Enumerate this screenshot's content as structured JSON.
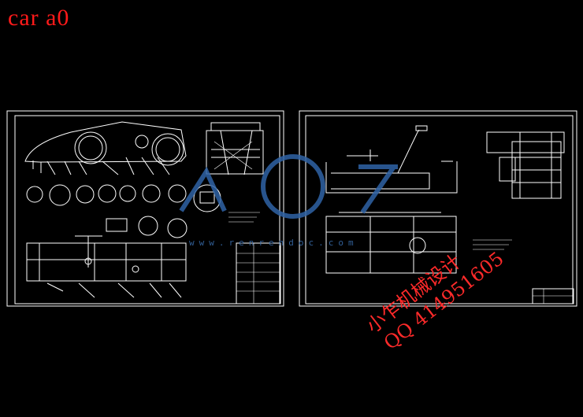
{
  "title": "car a0",
  "watermark": {
    "url": "www.renrendoc.com",
    "line1": "小乍机械设计",
    "line2": "QQ 414951605",
    "logo_color": "#2f63a6",
    "text_color": "#ff2a2a"
  },
  "colors": {
    "background": "#000000",
    "lines": "#ffffff",
    "title": "#ff1a1a"
  }
}
